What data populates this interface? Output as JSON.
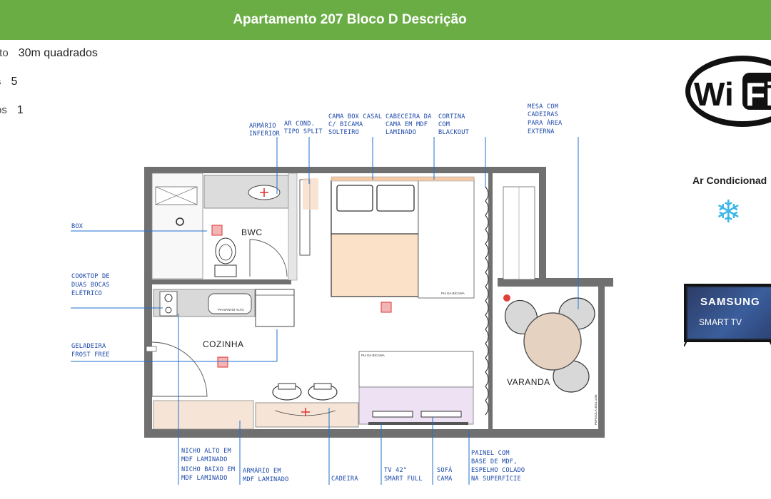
{
  "header": {
    "title": "Apartamento 207 Bloco D Descrição",
    "bg_color": "#6aad45"
  },
  "info": [
    {
      "label": "mento",
      "value": "30m quadrados"
    },
    {
      "label": "s",
      "value": "5"
    },
    {
      "label": "os",
      "value": "1"
    }
  ],
  "rooms": {
    "bwc": "BWC",
    "cozinha": "COZINHA",
    "varanda": "VARANDA"
  },
  "callouts": {
    "armario_inferior": [
      "ARMÁRIO",
      "INFERIOR"
    ],
    "ar_cond": [
      "AR COND.",
      "TIPO SPLIT"
    ],
    "cama_box": [
      "CAMA BOX CASAL",
      "C/ BICAMA",
      "SOLTEIRO"
    ],
    "cabeceira": [
      "CABECEIRA DA",
      "CAMA EM MDF",
      "LAMINADO"
    ],
    "cortina": [
      "CORTINA",
      "COM",
      "BLACKOUT"
    ],
    "mesa": [
      "MESA COM",
      "CADEIRAS",
      "PARA ÁREA",
      "EXTERNA"
    ],
    "box": [
      "BOX"
    ],
    "cooktop": [
      "COOKTOP DE",
      "DUAS BOCAS",
      "ELÉTRICO"
    ],
    "geladeira": [
      "GELADEIRA",
      "FROST FREE"
    ],
    "nicho_alto": [
      "NICHO ALTO EM",
      "MDF LAMINADO"
    ],
    "nicho_baixo": [
      "NICHO BAIXO EM",
      "MDF LAMINADO"
    ],
    "armario_mdf": [
      "ARMÁRIO EM",
      "MDF LAMINADO"
    ],
    "cadeira": [
      "CADEIRA"
    ],
    "tv": [
      "TV 42\"",
      "SMART FULL"
    ],
    "sofa": [
      "SOFÁ",
      "CAMA"
    ],
    "painel": [
      "PAINEL COM",
      "BASE DE MDF,",
      "ESPELHO COLADO",
      "NA SUPERFÍCIE"
    ]
  },
  "small_notes": {
    "pia_banho": "PIA BANHO ALTO",
    "pia_bicama_1": "PIA DA BICAMA",
    "pia_bicama_2": "PIA DA BICAMA",
    "pergola": "PERGOLA  40x1.13m"
  },
  "side": {
    "wifi_logo_text": [
      "Wi",
      "Fi"
    ],
    "ar_label": "Ar Condicionad",
    "snowflake": "❄",
    "tv_brand": "SAMSUNG",
    "tv_sub": "SMART TV"
  },
  "colors": {
    "wall": "#6f6f6f",
    "callout_blue": "#1f6fd0",
    "callout_text": "#1a47a8",
    "bed": "#fde4cc",
    "sofa": "#ece0f2",
    "marker": "#e0403a"
  }
}
